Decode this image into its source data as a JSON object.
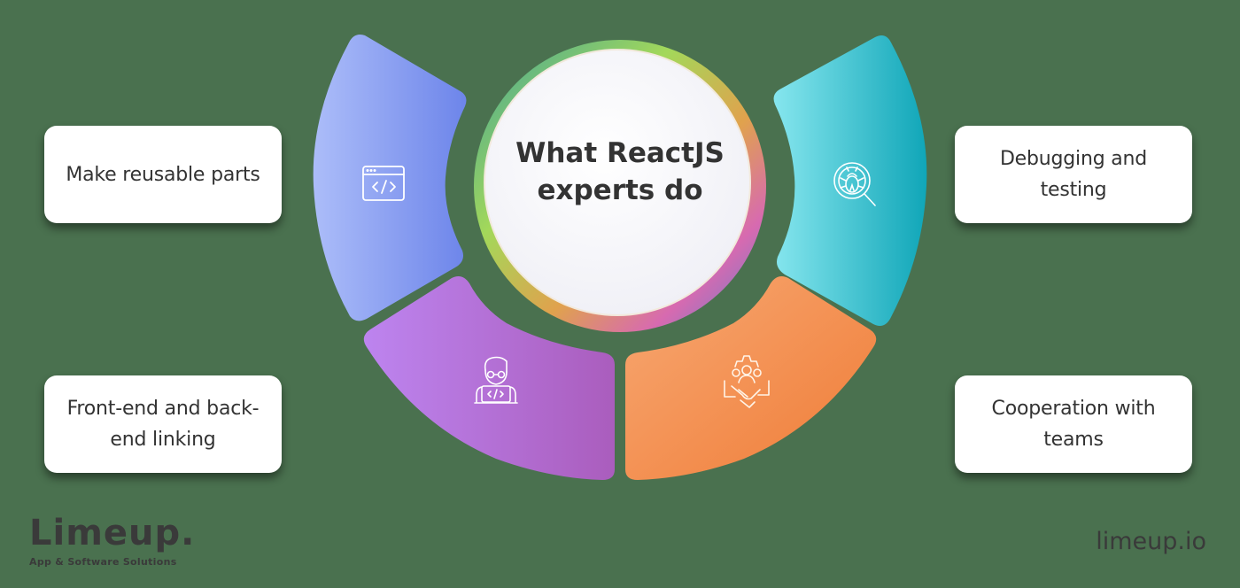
{
  "diagram": {
    "title": "What ReactJS experts do",
    "title_lines": [
      "What ReactJS",
      "experts do"
    ],
    "items": [
      {
        "position": "top-left",
        "label": "Make reusable parts",
        "icon": "code-window-icon",
        "segment_color": [
          "#a7b8f8",
          "#6f86ea"
        ]
      },
      {
        "position": "bottom-left",
        "label": "Front-end and back-end linking",
        "icon": "developer-laptop-icon",
        "segment_color": [
          "#bb82ee",
          "#ad5ebf"
        ]
      },
      {
        "position": "top-right",
        "label": "Debugging and testing",
        "icon": "bug-magnifier-icon",
        "segment_color": [
          "#7fe3ec",
          "#14a8ba"
        ]
      },
      {
        "position": "bottom-right",
        "label": "Cooperation with teams",
        "icon": "team-handshake-icon",
        "segment_color": [
          "#f6a26c",
          "#f07f3c"
        ]
      }
    ]
  },
  "branding": {
    "logo_word": "Limeup.",
    "logo_tagline": "App & Software Solutions",
    "site": "limeup.io"
  },
  "colors": {
    "background": "#4a714f",
    "card": "#ffffff",
    "text": "#333333"
  }
}
